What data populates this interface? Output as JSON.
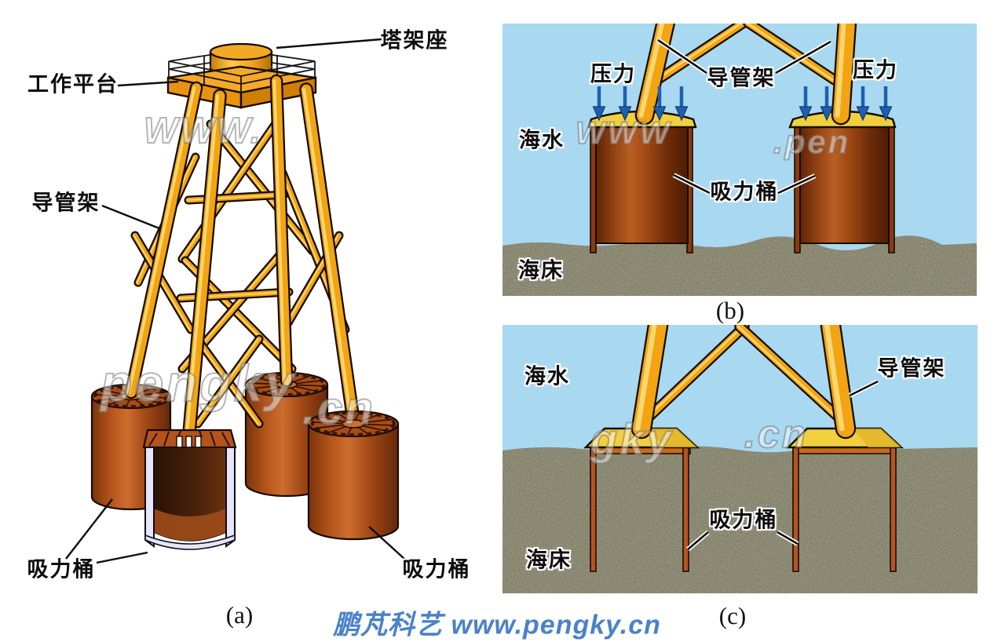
{
  "panel_a": {
    "caption": "(a)",
    "labels": {
      "tower_seat": "塔架座",
      "work_platform": "工作平台",
      "jacket": "导管架",
      "suction_bucket_left": "吸力桶",
      "suction_bucket_right": "吸力桶"
    }
  },
  "panel_b": {
    "caption": "(b)",
    "labels": {
      "pressure_left": "压力",
      "jacket": "导管架",
      "pressure_right": "压力",
      "seawater": "海水",
      "suction_bucket": "吸力桶",
      "seabed": "海床"
    }
  },
  "panel_c": {
    "caption": "(c)",
    "labels": {
      "seawater": "海水",
      "jacket": "导管架",
      "suction_bucket": "吸力桶",
      "seabed": "海床"
    }
  },
  "watermarks": {
    "a_www": "WWW.",
    "a_pengky": "pengky",
    "a_cn": ".cn",
    "b_www": "WWW",
    "b_pen": ".pen",
    "c_gky": "gky",
    "c_cn": ".cn"
  },
  "footer": {
    "brand": "鹏芃科艺 www.pengky.cn"
  },
  "colors": {
    "sea_blue": "#a9d8f1",
    "seabed_base": "#93907a",
    "bucket_brown": "#9a4412",
    "jacket_yellow": "#f2a412",
    "cap_yellow": "#f2cf3e",
    "arrow_blue": "#1e5fb0",
    "footer_blue": "#4a82c8"
  }
}
